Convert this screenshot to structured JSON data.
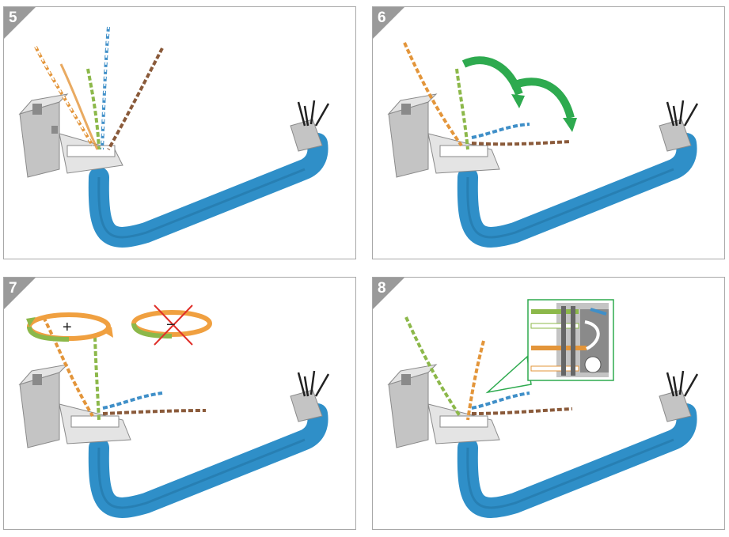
{
  "steps": [
    {
      "number": "5"
    },
    {
      "number": "6"
    },
    {
      "number": "7",
      "symbols": {
        "plus": "+",
        "minus": "−"
      }
    },
    {
      "number": "8"
    }
  ],
  "colors": {
    "cable": "#2f8fc8",
    "cable_dark": "#1f6f9e",
    "connector_body": "#c4c4c4",
    "connector_dark": "#8a8a8a",
    "connector_light": "#e4e4e4",
    "pair_orange": "#e3953a",
    "pair_green": "#8cb84a",
    "pair_blue": "#3f8fc8",
    "pair_brown": "#8a5a3a",
    "arrow_green": "#2eaa4f",
    "arrow_orange": "#f0a040",
    "cross_red": "#e0302a",
    "badge": "#9a9a9a"
  },
  "icons": [
    "connector-icon",
    "cable-icon",
    "green-arrow-icon",
    "rotation-arrow-icon",
    "cross-icon",
    "zoom-callout-icon"
  ]
}
